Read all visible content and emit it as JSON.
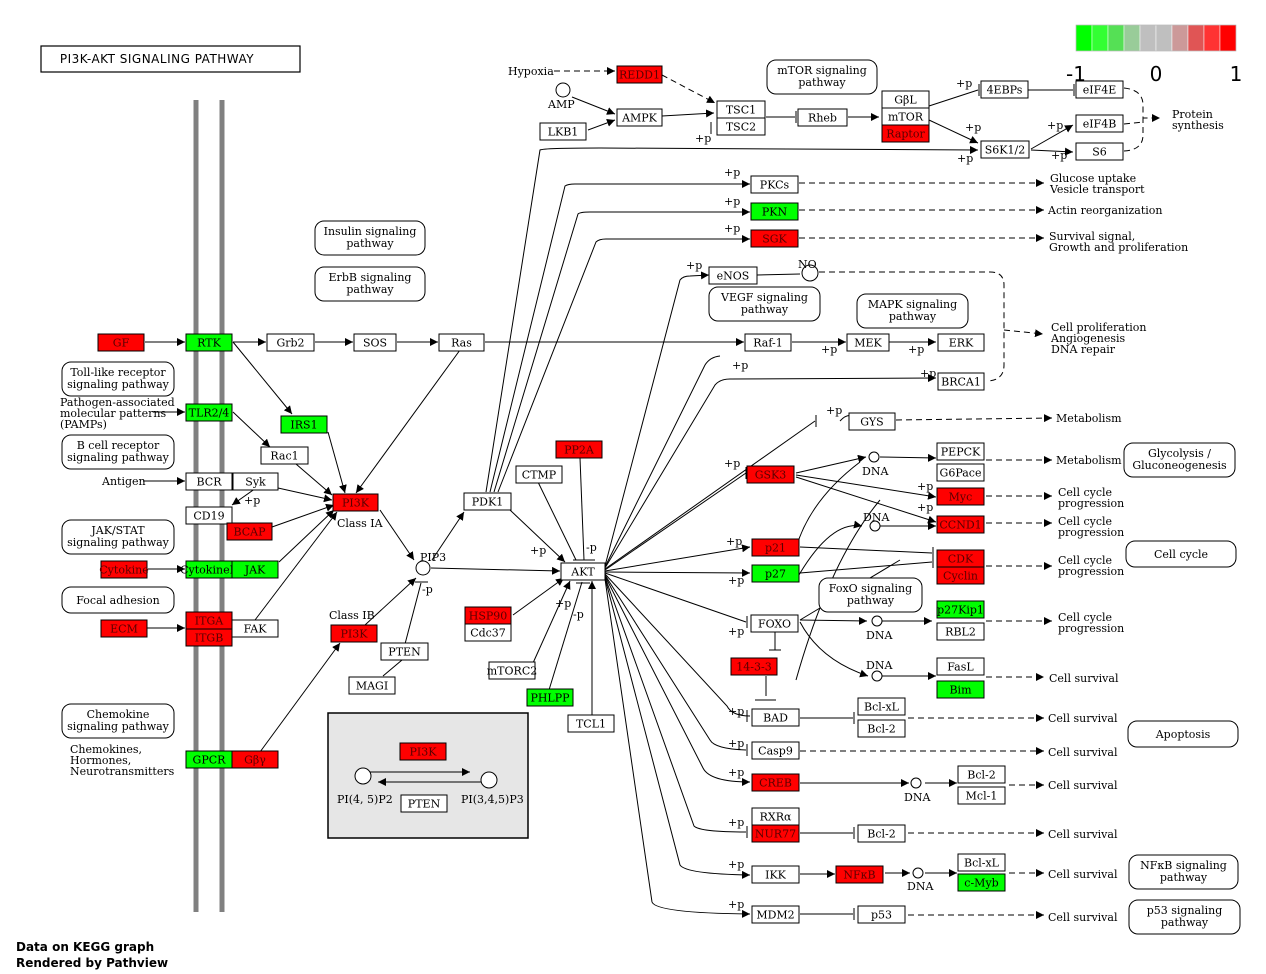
{
  "title": "PI3K-AKT SIGNALING PATHWAY",
  "footer": {
    "line1": "Data on KEGG graph",
    "line2": "Rendered by Pathview"
  },
  "colors": {
    "up": "#ff0000",
    "down": "#00ff00",
    "none": "#ffffff"
  },
  "legend": {
    "scale": [
      "#00ff00",
      "#33ff33",
      "#55e055",
      "#99cc99",
      "#bfbfbf",
      "#bfbfbf",
      "#cc9999",
      "#e05555",
      "#ff3333",
      "#ff0000"
    ],
    "ticks": [
      "-1",
      "0",
      "1"
    ]
  },
  "genes": [
    {
      "id": "gf",
      "label": "GF",
      "value": "up"
    },
    {
      "id": "rtk",
      "label": "RTK",
      "value": "down"
    },
    {
      "id": "grb2",
      "label": "Grb2",
      "value": "none"
    },
    {
      "id": "sos",
      "label": "SOS",
      "value": "none"
    },
    {
      "id": "ras",
      "label": "Ras",
      "value": "none"
    },
    {
      "id": "tlr",
      "label": "TLR2/4",
      "value": "down"
    },
    {
      "id": "irs1",
      "label": "IRS1",
      "value": "down"
    },
    {
      "id": "rac1",
      "label": "Rac1",
      "value": "none"
    },
    {
      "id": "bcr",
      "label": "BCR",
      "value": "none"
    },
    {
      "id": "syk",
      "label": "Syk",
      "value": "none"
    },
    {
      "id": "cd19",
      "label": "CD19",
      "value": "none"
    },
    {
      "id": "bcap",
      "label": "BCAP",
      "value": "up"
    },
    {
      "id": "pi3k1",
      "label": "PI3K",
      "value": "up"
    },
    {
      "id": "cytokine",
      "label": "Cytokine",
      "value": "up"
    },
    {
      "id": "cytokiner",
      "label": "CytokineR",
      "value": "down"
    },
    {
      "id": "jak",
      "label": "JAK",
      "value": "down"
    },
    {
      "id": "ecm",
      "label": "ECM",
      "value": "up"
    },
    {
      "id": "itga",
      "label": "ITGA",
      "value": "up"
    },
    {
      "id": "itgb",
      "label": "ITGB",
      "value": "up"
    },
    {
      "id": "fak",
      "label": "FAK",
      "value": "none"
    },
    {
      "id": "pi3k2",
      "label": "PI3K",
      "value": "up"
    },
    {
      "id": "gpcr",
      "label": "GPCR",
      "value": "down"
    },
    {
      "id": "gby",
      "label": "Gβγ",
      "value": "up"
    },
    {
      "id": "pten1",
      "label": "PTEN",
      "value": "none"
    },
    {
      "id": "magi",
      "label": "MAGI",
      "value": "none"
    },
    {
      "id": "pi3k3",
      "label": "PI3K",
      "value": "up"
    },
    {
      "id": "pten2",
      "label": "PTEN",
      "value": "none"
    },
    {
      "id": "pdk1",
      "label": "PDK1",
      "value": "none"
    },
    {
      "id": "ctmp",
      "label": "CTMP",
      "value": "none"
    },
    {
      "id": "pp2a",
      "label": "PP2A",
      "value": "up"
    },
    {
      "id": "akt",
      "label": "AKT",
      "value": "none"
    },
    {
      "id": "hsp90",
      "label": "HSP90",
      "value": "up"
    },
    {
      "id": "cdc37",
      "label": "Cdc37",
      "value": "none"
    },
    {
      "id": "mtorc2",
      "label": "mTORC2",
      "value": "none"
    },
    {
      "id": "phlpp",
      "label": "PHLPP",
      "value": "down"
    },
    {
      "id": "tcl1",
      "label": "TCL1",
      "value": "none"
    },
    {
      "id": "redd1",
      "label": "REDD1",
      "value": "up"
    },
    {
      "id": "lkb1",
      "label": "LKB1",
      "value": "none"
    },
    {
      "id": "ampk",
      "label": "AMPK",
      "value": "none"
    },
    {
      "id": "tsc1",
      "label": "TSC1",
      "value": "none"
    },
    {
      "id": "tsc2",
      "label": "TSC2",
      "value": "none"
    },
    {
      "id": "rheb",
      "label": "Rheb",
      "value": "none"
    },
    {
      "id": "gbl",
      "label": "GβL",
      "value": "none"
    },
    {
      "id": "mtor",
      "label": "mTOR",
      "value": "none"
    },
    {
      "id": "raptor",
      "label": "Raptor",
      "value": "up"
    },
    {
      "id": "4ebps",
      "label": "4EBPs",
      "value": "none"
    },
    {
      "id": "eif4e",
      "label": "eIF4E",
      "value": "none"
    },
    {
      "id": "s6k",
      "label": "S6K1/2",
      "value": "none"
    },
    {
      "id": "eif4b",
      "label": "eIF4B",
      "value": "none"
    },
    {
      "id": "s6",
      "label": "S6",
      "value": "none"
    },
    {
      "id": "pkcs",
      "label": "PKCs",
      "value": "none"
    },
    {
      "id": "pkn",
      "label": "PKN",
      "value": "down"
    },
    {
      "id": "sgk",
      "label": "SGK",
      "value": "up"
    },
    {
      "id": "enos",
      "label": "eNOS",
      "value": "none"
    },
    {
      "id": "raf1",
      "label": "Raf-1",
      "value": "none"
    },
    {
      "id": "mek",
      "label": "MEK",
      "value": "none"
    },
    {
      "id": "erk",
      "label": "ERK",
      "value": "none"
    },
    {
      "id": "brca1",
      "label": "BRCA1",
      "value": "none"
    },
    {
      "id": "gys",
      "label": "GYS",
      "value": "none"
    },
    {
      "id": "gsk3",
      "label": "GSK3",
      "value": "up"
    },
    {
      "id": "pepck",
      "label": "PEPCK",
      "value": "none"
    },
    {
      "id": "g6pace",
      "label": "G6Pace",
      "value": "none"
    },
    {
      "id": "myc",
      "label": "Myc",
      "value": "up"
    },
    {
      "id": "ccnd1",
      "label": "CCND1",
      "value": "up"
    },
    {
      "id": "p21",
      "label": "p21",
      "value": "up"
    },
    {
      "id": "p27",
      "label": "p27",
      "value": "down"
    },
    {
      "id": "cdk",
      "label": "CDK",
      "value": "up"
    },
    {
      "id": "cyclin",
      "label": "Cyclin",
      "value": "up"
    },
    {
      "id": "foxo",
      "label": "FOXO",
      "value": "none"
    },
    {
      "id": "p27kip1",
      "label": "p27Kip1",
      "value": "down"
    },
    {
      "id": "rbl2",
      "label": "RBL2",
      "value": "none"
    },
    {
      "id": "1433",
      "label": "14-3-3",
      "value": "up"
    },
    {
      "id": "fasl",
      "label": "FasL",
      "value": "none"
    },
    {
      "id": "bim",
      "label": "Bim",
      "value": "down"
    },
    {
      "id": "bad",
      "label": "BAD",
      "value": "none"
    },
    {
      "id": "bclxl1",
      "label": "Bcl-xL",
      "value": "none"
    },
    {
      "id": "bcl2a",
      "label": "Bcl-2",
      "value": "none"
    },
    {
      "id": "casp9",
      "label": "Casp9",
      "value": "none"
    },
    {
      "id": "creb",
      "label": "CREB",
      "value": "up"
    },
    {
      "id": "bcl2b",
      "label": "Bcl-2",
      "value": "none"
    },
    {
      "id": "mcl1",
      "label": "Mcl-1",
      "value": "none"
    },
    {
      "id": "rxra",
      "label": "RXRα",
      "value": "none"
    },
    {
      "id": "nur77",
      "label": "NUR77",
      "value": "up"
    },
    {
      "id": "bcl2c",
      "label": "Bcl-2",
      "value": "none"
    },
    {
      "id": "ikk",
      "label": "IKK",
      "value": "none"
    },
    {
      "id": "nfkb",
      "label": "NFκB",
      "value": "up"
    },
    {
      "id": "bclxl2",
      "label": "Bcl-xL",
      "value": "none"
    },
    {
      "id": "cmyb",
      "label": "c-Myb",
      "value": "down"
    },
    {
      "id": "mdm2",
      "label": "MDM2",
      "value": "none"
    },
    {
      "id": "p53",
      "label": "p53",
      "value": "none"
    }
  ],
  "pathways": [
    {
      "id": "insulin",
      "lines": [
        "Insulin signaling",
        "pathway"
      ]
    },
    {
      "id": "erbb",
      "lines": [
        "ErbB signaling",
        "pathway"
      ]
    },
    {
      "id": "tlr",
      "lines": [
        "Toll-like receptor",
        "signaling pathway"
      ]
    },
    {
      "id": "bcell",
      "lines": [
        "B cell receptor",
        "signaling pathway"
      ]
    },
    {
      "id": "jakstat",
      "lines": [
        "JAK/STAT",
        "signaling pathway"
      ]
    },
    {
      "id": "focal",
      "lines": [
        "Focal adhesion"
      ]
    },
    {
      "id": "chemokine",
      "lines": [
        "Chemokine",
        "signaling pathway"
      ]
    },
    {
      "id": "mtor",
      "lines": [
        "mTOR signaling",
        "pathway"
      ]
    },
    {
      "id": "vegf",
      "lines": [
        "VEGF signaling",
        "pathway"
      ]
    },
    {
      "id": "mapk",
      "lines": [
        "MAPK signaling",
        "pathway"
      ]
    },
    {
      "id": "glyco",
      "lines": [
        "Glycolysis /",
        "Gluconeogenesis"
      ]
    },
    {
      "id": "cellcycle",
      "lines": [
        "Cell cycle"
      ]
    },
    {
      "id": "foxo",
      "lines": [
        "FoxO signaling",
        "pathway"
      ]
    },
    {
      "id": "apoptosis",
      "lines": [
        "Apoptosis"
      ]
    },
    {
      "id": "nfkb",
      "lines": [
        "NFκB signaling",
        "pathway"
      ]
    },
    {
      "id": "p53",
      "lines": [
        "p53 signaling",
        "pathway"
      ]
    }
  ],
  "labels": {
    "hypoxia": "Hypoxia",
    "amp": "AMP",
    "pip3": "PIP3",
    "class1a": "Class IA",
    "class1b": "Class IB",
    "pamps": [
      "Pathogen-associated",
      "molecular patterns",
      "(PAMPs)"
    ],
    "antigen": "Antigen",
    "chemokines": [
      "Chemokines,",
      "Hormones,",
      "Neurotransmitters"
    ],
    "pi45p2": "PI(4, 5)P2",
    "pi345p3": "PI(3,4,5)P3",
    "no": "NO",
    "dna": "DNA",
    "protein_synthesis": [
      "Protein",
      "synthesis"
    ],
    "glucose": [
      "Glucose uptake",
      "Vesicle transport"
    ],
    "actin": "Actin reorganization",
    "survival_growth": [
      "Survival signal,",
      "Growth and proliferation"
    ],
    "prolif": [
      "Cell proliferation",
      "Angiogenesis",
      "DNA repair"
    ],
    "metabolism": "Metabolism",
    "ccp": [
      "Cell cycle",
      "progression"
    ],
    "cell_survival": "Cell survival",
    "plus_p": "+p",
    "minus_p": "-p"
  }
}
